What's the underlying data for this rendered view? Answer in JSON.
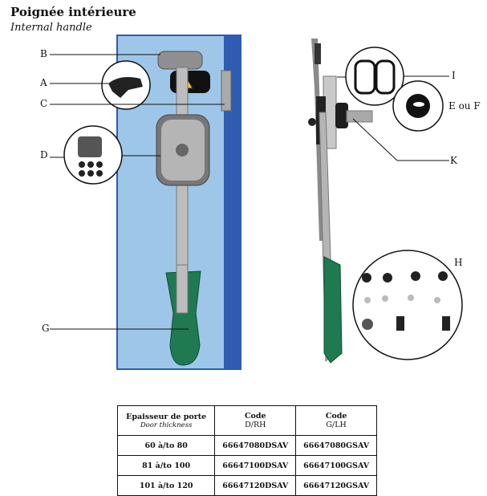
{
  "header": {
    "title": "Poignée intérieure",
    "subtitle": "Internal handle"
  },
  "labels": {
    "a": "A",
    "b": "B",
    "c": "C",
    "d": "D",
    "g": "G",
    "i": "I",
    "ef": "E ou F",
    "k": "K",
    "h": "H"
  },
  "table": {
    "col1": {
      "fr": "Epaisseur de porte",
      "en": "Door thickness"
    },
    "col2": {
      "title": "Code",
      "sub": "D/RH"
    },
    "col3": {
      "title": "Code",
      "sub": "G/LH"
    },
    "rows": [
      {
        "thickness": "60 à/to 80",
        "rh": "66647080DSAV",
        "lh": "66647080GSAV"
      },
      {
        "thickness": "81 à/to 100",
        "rh": "66647100DSAV",
        "lh": "66647100GSAV"
      },
      {
        "thickness": "101 à/to 120",
        "rh": "66647120DSAV",
        "lh": "66647120GSAV"
      }
    ]
  },
  "colors": {
    "door_blue": "#2f5bb0",
    "panel_light_blue": "#9ec6e8",
    "handle_green": "#1f7a52",
    "metal": "#b9b9b9"
  }
}
